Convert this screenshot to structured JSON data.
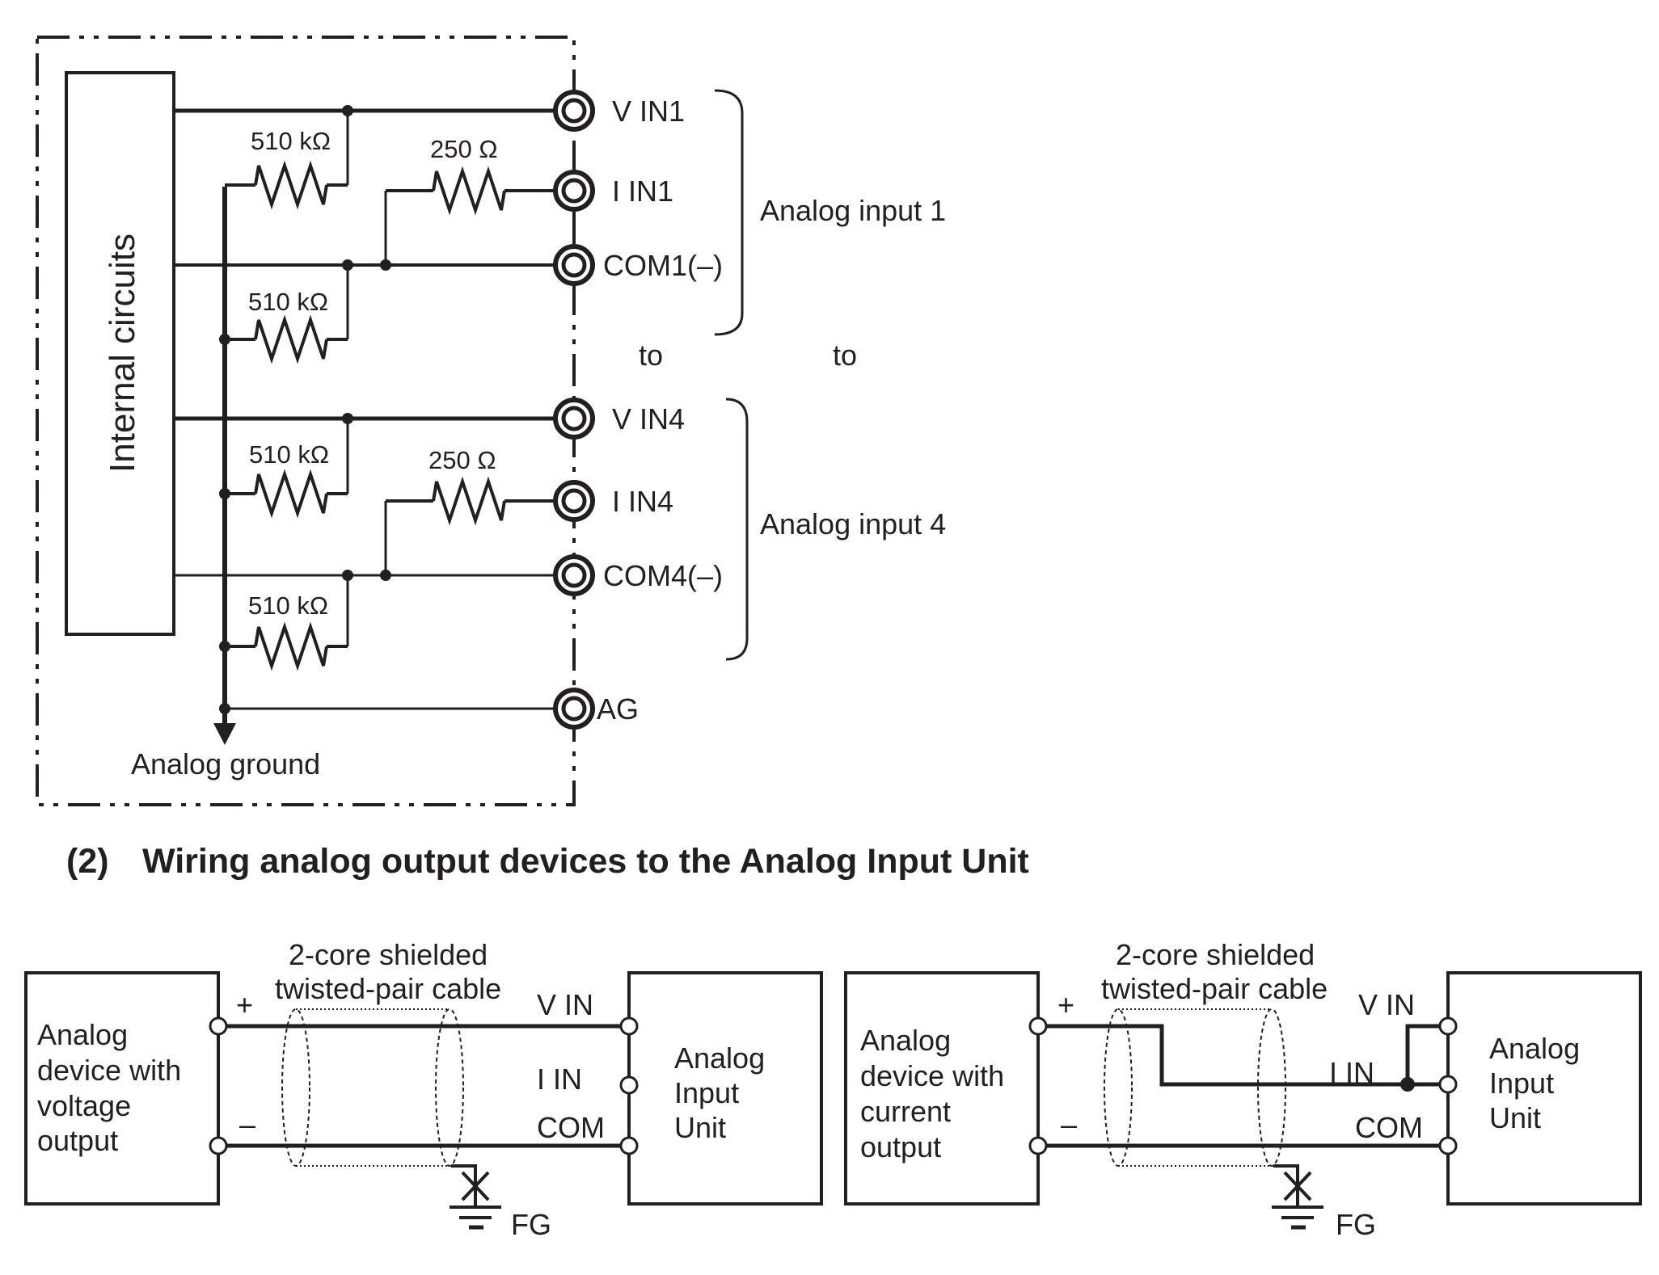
{
  "top_diagram": {
    "internal_block_label": "Internal circuits",
    "resistors": {
      "r_v1": "510 kΩ",
      "r_i1": "250 Ω",
      "r_c1": "510 kΩ",
      "r_v4": "510 kΩ",
      "r_i4": "250 Ω",
      "r_c4": "510 kΩ"
    },
    "terminals": [
      {
        "id": "vin1",
        "label": "V IN1"
      },
      {
        "id": "iin1",
        "label": "I IN1"
      },
      {
        "id": "com1",
        "label": "COM1(–)"
      },
      {
        "id": "vin4",
        "label": "V IN4"
      },
      {
        "id": "iin4",
        "label": "I IN4"
      },
      {
        "id": "com4",
        "label": "COM4(–)"
      },
      {
        "id": "ag",
        "label": "AG"
      }
    ],
    "group_labels": {
      "input1": "Analog input 1",
      "input4": "Analog input 4",
      "to_left": "to",
      "to_right": "to"
    },
    "ground_label": "Analog ground"
  },
  "section_heading": {
    "number": "(2)",
    "title": "Wiring analog output devices to the Analog Input Unit"
  },
  "voltage_diagram": {
    "device_label": [
      "Analog",
      "device with",
      "voltage",
      "output"
    ],
    "cable_label": [
      "2-core shielded",
      "twisted-pair cable"
    ],
    "plus": "+",
    "minus": "–",
    "unit_terminals": {
      "vin": "V IN",
      "iin": "I IN",
      "com": "COM"
    },
    "unit_label": [
      "Analog",
      "Input",
      "Unit"
    ],
    "ground_label": "FG"
  },
  "current_diagram": {
    "device_label": [
      "Analog",
      "device with",
      "current",
      "output"
    ],
    "cable_label": [
      "2-core shielded",
      "twisted-pair cable"
    ],
    "plus": "+",
    "minus": "–",
    "unit_terminals": {
      "vin": "V IN",
      "iin": "I IN",
      "com": "COM"
    },
    "unit_label": [
      "Analog",
      "Input",
      "Unit"
    ],
    "ground_label": "FG"
  }
}
